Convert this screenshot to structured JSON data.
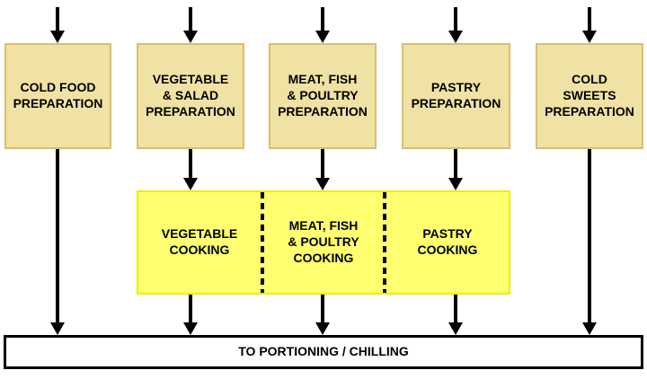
{
  "prep_boxes": [
    {
      "label": "COLD FOOD\nPREPARATION"
    },
    {
      "label": "VEGETABLE\n& SALAD\nPREPARATION"
    },
    {
      "label": "MEAT, FISH\n& POULTRY\nPREPARATION"
    },
    {
      "label": "PASTRY\nPREPARATION"
    },
    {
      "label": "COLD\nSWEETS\nPREPARATION"
    }
  ],
  "cooking_sections": [
    {
      "label": "VEGETABLE\nCOOKING"
    },
    {
      "label": "MEAT, FISH\n& POULTRY\nCOOKING"
    },
    {
      "label": "PASTRY\nCOOKING"
    }
  ],
  "output_bar": {
    "label": "TO PORTIONING / CHILLING"
  },
  "colors": {
    "prep_fill": "#F0E2A4",
    "prep_border": "#D9BE6C",
    "cooking_fill": "#FFFF70",
    "cooking_border": "#EDED00",
    "bar_fill": "#FFFFFF",
    "bar_border": "#000000",
    "arrow": "#000000",
    "text": "#000000",
    "background": "#FFFFFF"
  }
}
